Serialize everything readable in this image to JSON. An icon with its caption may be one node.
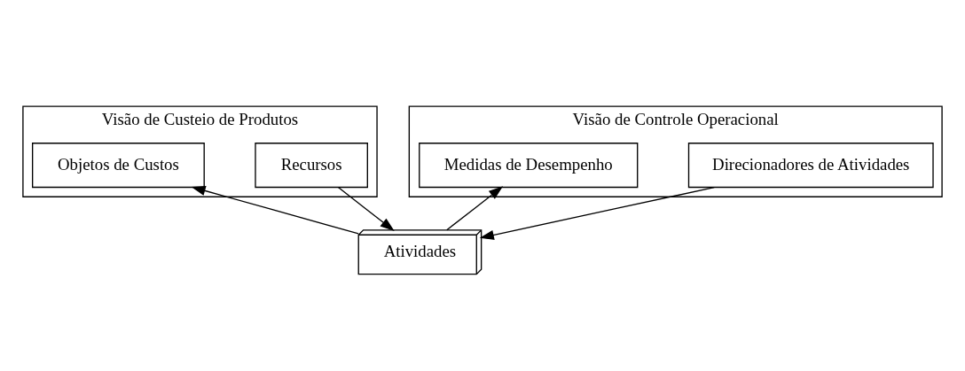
{
  "diagram": {
    "nodes": [
      {
        "text": [
          "Visão de Custeio de Produtos"
        ]
      },
      {
        "text": [
          "Recursos"
        ],
        "in": 0
      },
      {
        "text": [
          "Visão de Controle Operacional"
        ]
      },
      {
        "text": [
          "Direcionadores de Atividades"
        ],
        "in": 2
      },
      {
        "text": [
          "Atividades"
        ]
      },
      {
        "text": [
          "Medidas de Desempenho"
        ],
        "in": 2
      },
      {
        "text": [
          "Objetos de Custos"
        ],
        "in": 0
      }
    ],
    "edges": [
      {
        "from": 1,
        "to": 4,
        "arrow": "to"
      },
      {
        "from": 3,
        "to": 4,
        "arrow": "to"
      },
      {
        "from": 4,
        "to": 5,
        "arrow": "to"
      },
      {
        "from": 4,
        "to": 6,
        "arrow": "to"
      }
    ]
  }
}
